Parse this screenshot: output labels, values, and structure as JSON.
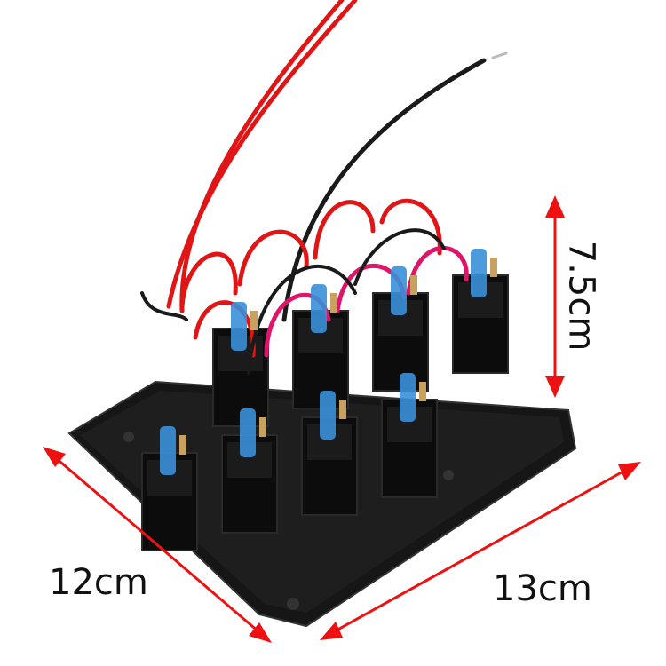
{
  "product": "switch-panel",
  "dimensions": {
    "height_label": "7.5cm",
    "depth_label": "12cm",
    "width_label": "13cm"
  },
  "colors": {
    "arrow": "#ee1111",
    "panel": "#141414",
    "wire_red": "#e01515",
    "wire_black": "#1a1a1a",
    "connector": "#3a8fd8"
  }
}
